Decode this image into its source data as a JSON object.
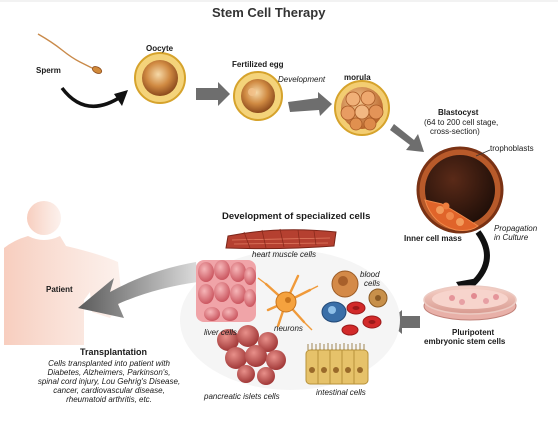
{
  "title": "Stem Cell Therapy",
  "labels": {
    "sperm": "Sperm",
    "oocyte": "Oocyte",
    "fertilized_egg": "Fertilized egg",
    "development": "Development",
    "morula": "morula",
    "blastocyst": "Blastocyst",
    "blastocyst_note_1": "(64 to 200 cell stage,",
    "blastocyst_note_2": "cross-section)",
    "trophoblasts": "trophoblasts",
    "inner_cell_mass": "Inner cell mass",
    "propagation_1": "Propagation",
    "propagation_2": "in Culture",
    "pluripotent_1": "Pluripotent",
    "pluripotent_2": "embryonic stem cells",
    "specialized_header": "Development of specialized cells",
    "heart_muscle_cells": "heart muscle cells",
    "blood_cells_1": "blood",
    "blood_cells_2": "cells",
    "liver_cells": "liver cells",
    "neurons": "neurons",
    "pancreatic_islets_cells": "pancreatic islets cells",
    "intestinal_cells": "intestinal cells",
    "patient": "Patient",
    "transplantation": "Transplantation",
    "transplant_lines": [
      "Cells transplanted into patient with",
      "Diabetes, Alzheimers, Parkinson's,",
      "spinal cord injury, Lou Gehrig's Disease,",
      "cancer, cardiovascular disease,",
      "rheumatoid arthritis, etc."
    ]
  },
  "colors": {
    "background": "#ffffff",
    "arrow": "#6e6e6e",
    "arrow_dark": "#111111",
    "patient_skin": "#f2b8a4",
    "egg_gold": "#e3b43c",
    "egg_core": "#b86a2a",
    "blastocyst_shell": "#9c4a22",
    "inner_mass": "#e0642a",
    "liver": "#e2737a",
    "neuron": "#f09a3a",
    "blood_red": "#d22a2a",
    "blood_blue": "#3a6fa8",
    "pancreatic": "#c44c4c",
    "intestinal": "#e6c26a",
    "heart_muscle": "#b54030",
    "dish": "#f2c0b8"
  },
  "icons": [
    "sperm-icon",
    "oocyte-icon",
    "fertilized-egg-icon",
    "morula-icon",
    "blastocyst-icon",
    "culture-dish-icon",
    "heart-muscle-icon",
    "liver-cells-icon",
    "neuron-icon",
    "blood-cells-icon",
    "pancreatic-cells-icon",
    "intestinal-cells-icon",
    "patient-silhouette-icon"
  ]
}
